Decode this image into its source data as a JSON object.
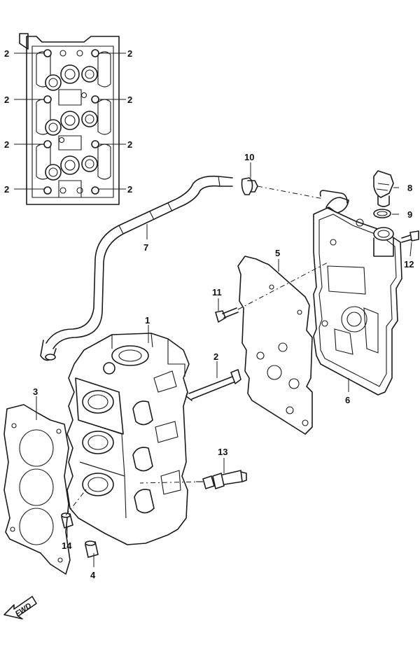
{
  "diagram": {
    "callouts": {
      "head_bolt": "2",
      "cylinder_head": "1",
      "head_gasket": "3",
      "dowel_pin": "4",
      "cover_gasket": "5",
      "head_cover": "6",
      "hose": "7",
      "cap": "8",
      "o_ring": "9",
      "clip": "10",
      "bolt_11": "11",
      "bolt_12": "12",
      "spark_plug": "13",
      "dowel_14": "14"
    },
    "forward_indicator": "FWD"
  }
}
